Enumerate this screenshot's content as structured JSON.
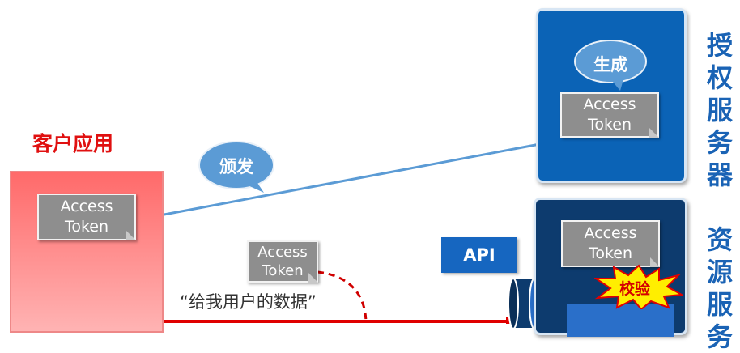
{
  "client": {
    "title": "客户应用",
    "token_line1": "Access",
    "token_line2": "Token"
  },
  "auth_server": {
    "label": "授权服务器",
    "bubble": "生成",
    "token_line1": "Access",
    "token_line2": "Token"
  },
  "resource_server": {
    "label": "资源服务",
    "token_line1": "Access",
    "token_line2": "Token",
    "verify": "校验"
  },
  "issue_bubble": "颁发",
  "request": {
    "token_line1": "Access",
    "token_line2": "Token",
    "quote": "“给我用户的数据”"
  },
  "api_label": "API",
  "colors": {
    "auth_blue": "#0b63b6",
    "resource_navy": "#0d3b6e",
    "client_red": "#ff6a6a",
    "arrow_blue": "#5b9bd5",
    "arrow_red": "#e00000",
    "burst_yellow": "#ffee00"
  }
}
